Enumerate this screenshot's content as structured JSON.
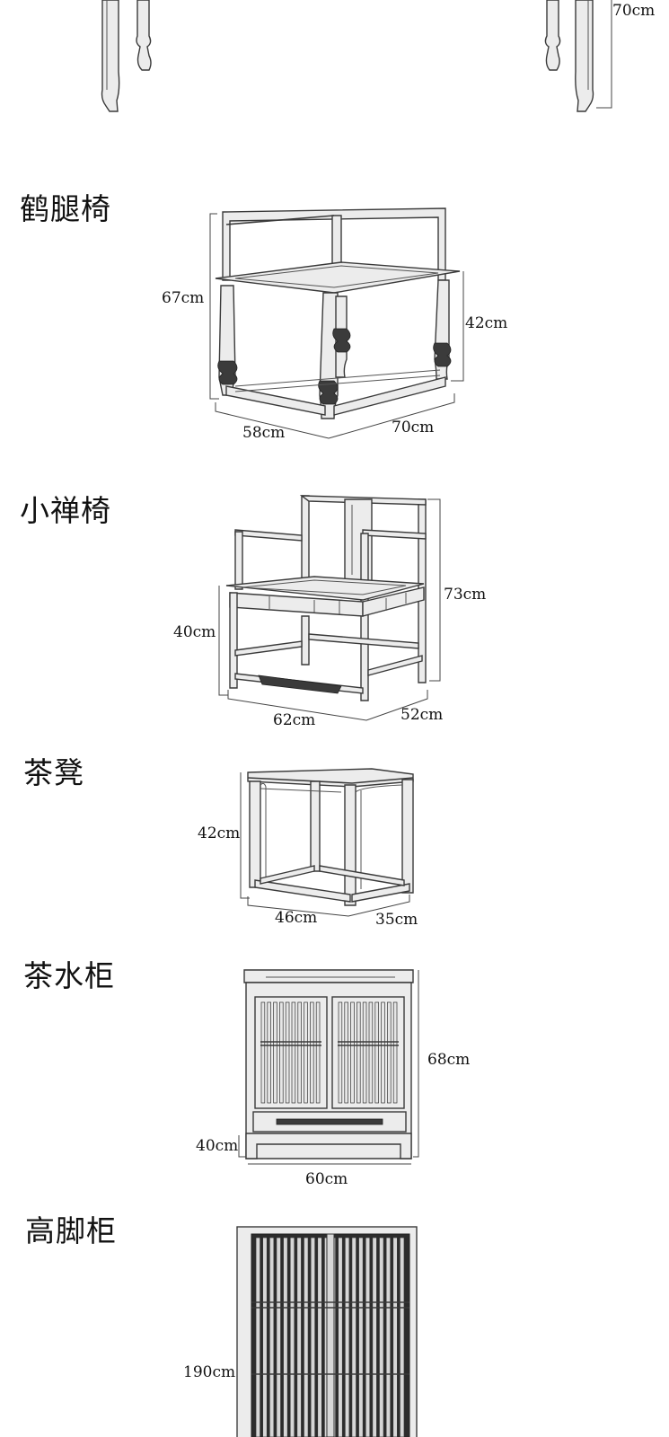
{
  "sections": [
    {
      "id": "top-table",
      "title": "",
      "dims": [
        "70cm"
      ]
    },
    {
      "id": "crane-leg-chair",
      "title": "鹤腿椅",
      "dims": [
        "67cm",
        "42cm",
        "58cm",
        "70cm"
      ]
    },
    {
      "id": "small-zen-chair",
      "title": "小禅椅",
      "dims": [
        "73cm",
        "40cm",
        "62cm",
        "52cm"
      ]
    },
    {
      "id": "tea-stool",
      "title": "茶凳",
      "dims": [
        "42cm",
        "46cm",
        "35cm"
      ]
    },
    {
      "id": "tea-cabinet",
      "title": "茶水柜",
      "dims": [
        "68cm",
        "40cm",
        "60cm"
      ]
    },
    {
      "id": "tall-cabinet",
      "title": "高脚柜",
      "dims": [
        "190cm"
      ]
    }
  ]
}
